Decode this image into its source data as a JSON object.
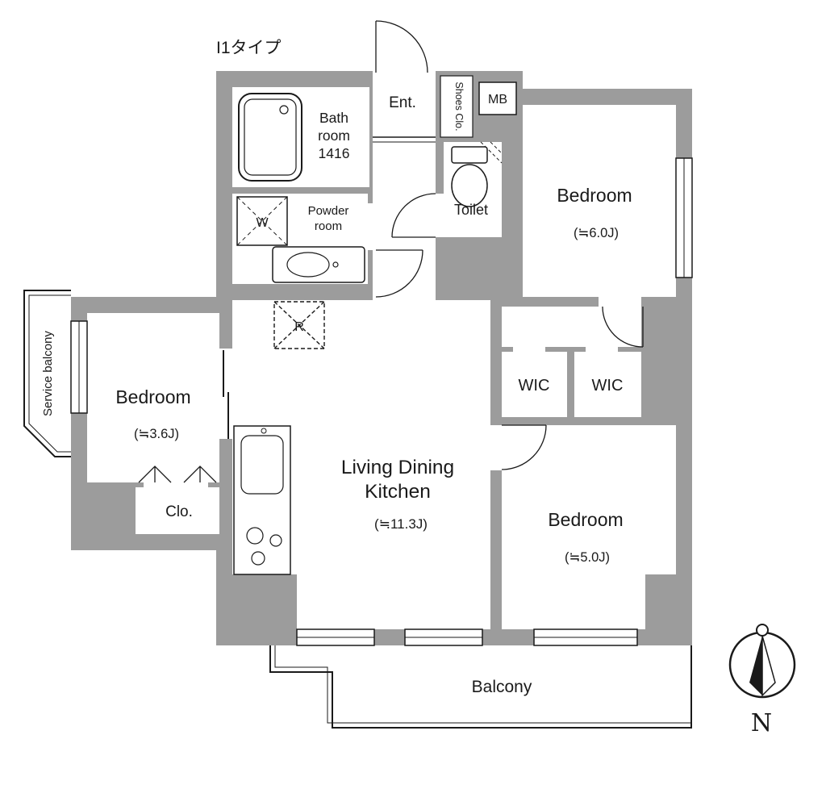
{
  "title": "I1タイプ",
  "colors": {
    "wall": "#9c9c9c",
    "line": "#1a1a1a"
  },
  "compass": {
    "label": "N"
  },
  "rooms": {
    "entrance": {
      "label": "Ent."
    },
    "shoes_closet": {
      "label": "Shoes Clo."
    },
    "meter_box": {
      "label": "MB"
    },
    "bathroom": {
      "line1": "Bath",
      "line2": "room",
      "line3": "1416"
    },
    "powder_room": {
      "line1": "Powder",
      "line2": "room"
    },
    "toilet": {
      "label": "Toilet"
    },
    "washer": {
      "label": "W"
    },
    "refrigerator": {
      "label": "R"
    },
    "bedroom_northeast": {
      "label": "Bedroom",
      "area": "(≒6.0J)"
    },
    "bedroom_west": {
      "label": "Bedroom",
      "area": "(≒3.6J)"
    },
    "bedroom_southeast": {
      "label": "Bedroom",
      "area": "(≒5.0J)"
    },
    "wic_left": {
      "label": "WIC"
    },
    "wic_right": {
      "label": "WIC"
    },
    "living_dining_kitchen": {
      "line1": "Living Dining",
      "line2": "Kitchen",
      "area": "(≒11.3J)"
    },
    "closet": {
      "label": "Clo."
    },
    "balcony": {
      "label": "Balcony"
    },
    "service_balcony": {
      "label": "Service balcony"
    }
  }
}
